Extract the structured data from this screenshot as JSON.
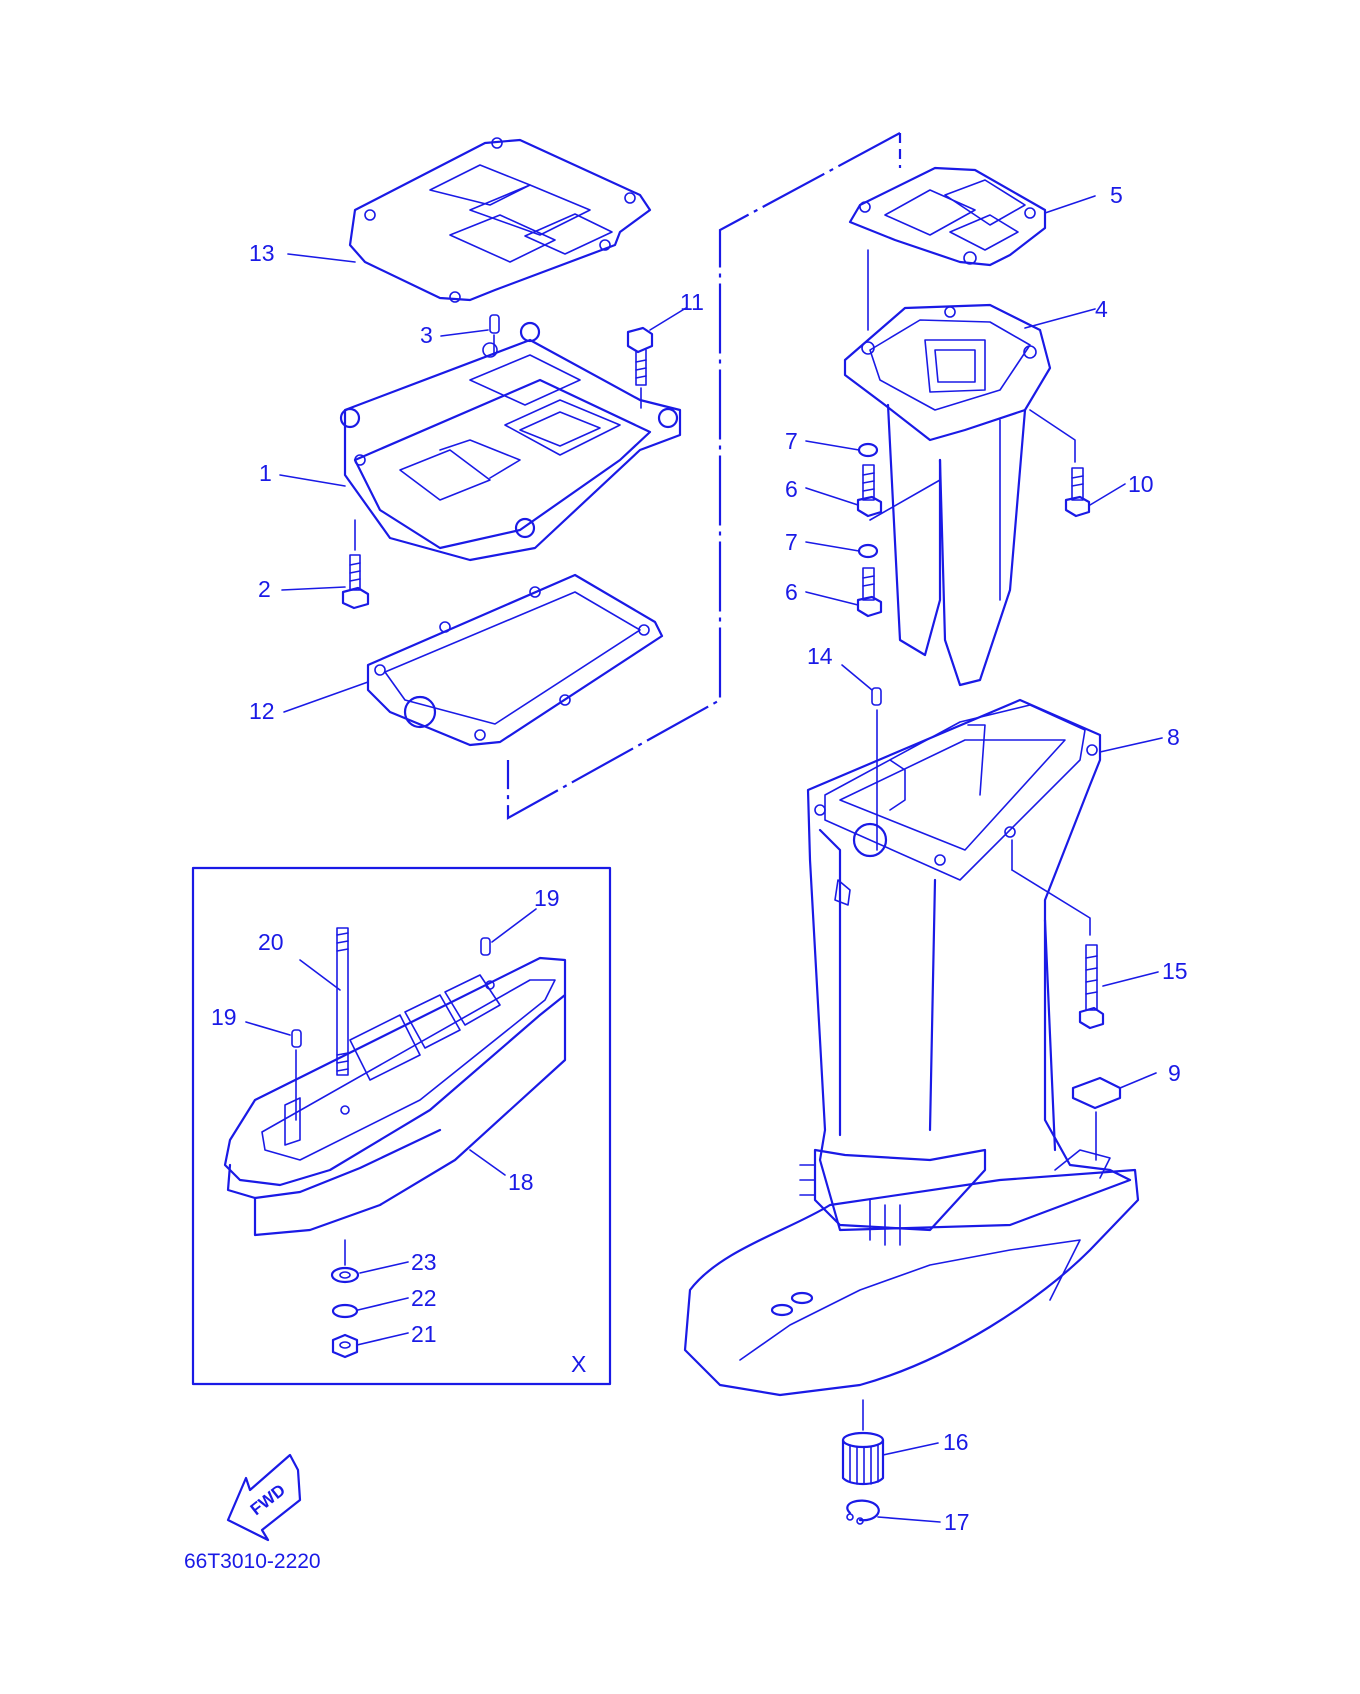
{
  "callouts": {
    "c1": "1",
    "c2": "2",
    "c3": "3",
    "c4": "4",
    "c5": "5",
    "c6a": "6",
    "c6b": "6",
    "c7a": "7",
    "c7b": "7",
    "c8": "8",
    "c9": "9",
    "c10": "10",
    "c11": "11",
    "c12": "12",
    "c13": "13",
    "c14": "14",
    "c15": "15",
    "c16": "16",
    "c17": "17",
    "c18": "18",
    "c19a": "19",
    "c19b": "19",
    "c20": "20",
    "c21": "21",
    "c22": "22",
    "c23": "23"
  },
  "inset_marker": "X",
  "fwd_label": "FWD",
  "diagram_code": "66T3010-2220",
  "colors": {
    "line": "#1a1ae6",
    "background": "#ffffff"
  },
  "icons": [
    "forward-arrow-icon"
  ]
}
